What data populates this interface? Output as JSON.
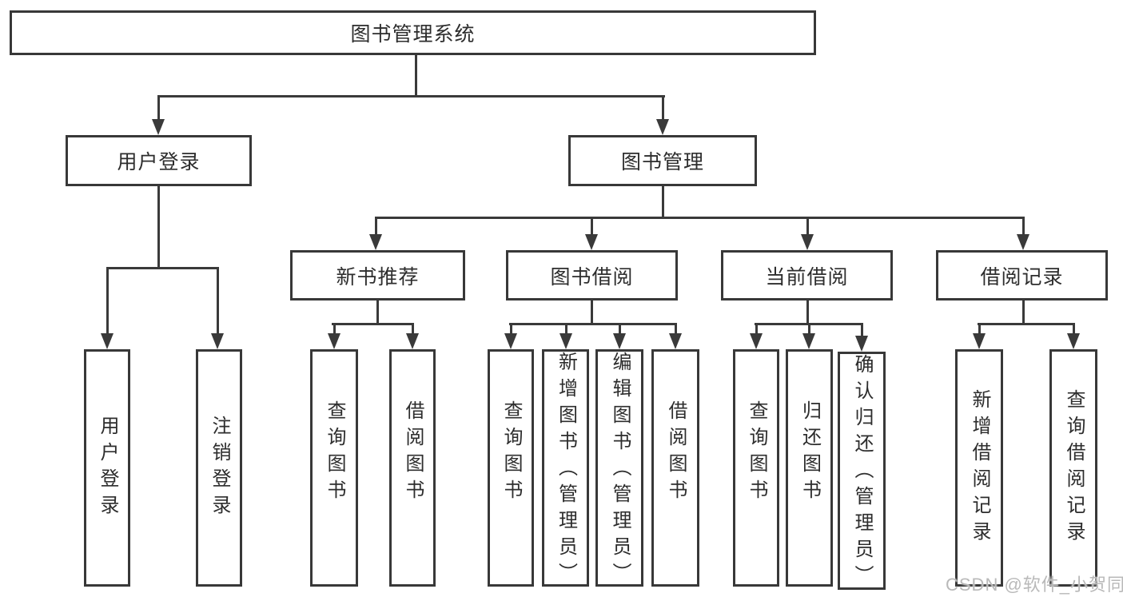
{
  "diagram": {
    "tree": {
      "label": "图书管理系统",
      "children": [
        {
          "label": "用户登录",
          "children": [
            {
              "label": "用户登录"
            },
            {
              "label": "注销登录"
            }
          ]
        },
        {
          "label": "图书管理",
          "children": [
            {
              "label": "新书推荐",
              "children": [
                {
                  "label": "查询图书"
                },
                {
                  "label": "借阅图书"
                }
              ]
            },
            {
              "label": "图书借阅",
              "children": [
                {
                  "label": "查询图书"
                },
                {
                  "label": "新增图书（管理员）"
                },
                {
                  "label": "编辑图书（管理员）"
                },
                {
                  "label": "借阅图书"
                }
              ]
            },
            {
              "label": "当前借阅",
              "children": [
                {
                  "label": "查询图书"
                },
                {
                  "label": "归还图书"
                },
                {
                  "label": "确认归还（管理员）"
                }
              ]
            },
            {
              "label": "借阅记录",
              "children": [
                {
                  "label": "新增借阅记录"
                },
                {
                  "label": "查询借阅记录"
                }
              ]
            }
          ]
        }
      ]
    },
    "colors": {
      "line": "#3a3a3a",
      "box_border": "#383838",
      "text": "#2d2d2d",
      "watermark": "#b9b9b9"
    }
  },
  "watermark": {
    "text": "CSDN @软件_小贺同学"
  }
}
